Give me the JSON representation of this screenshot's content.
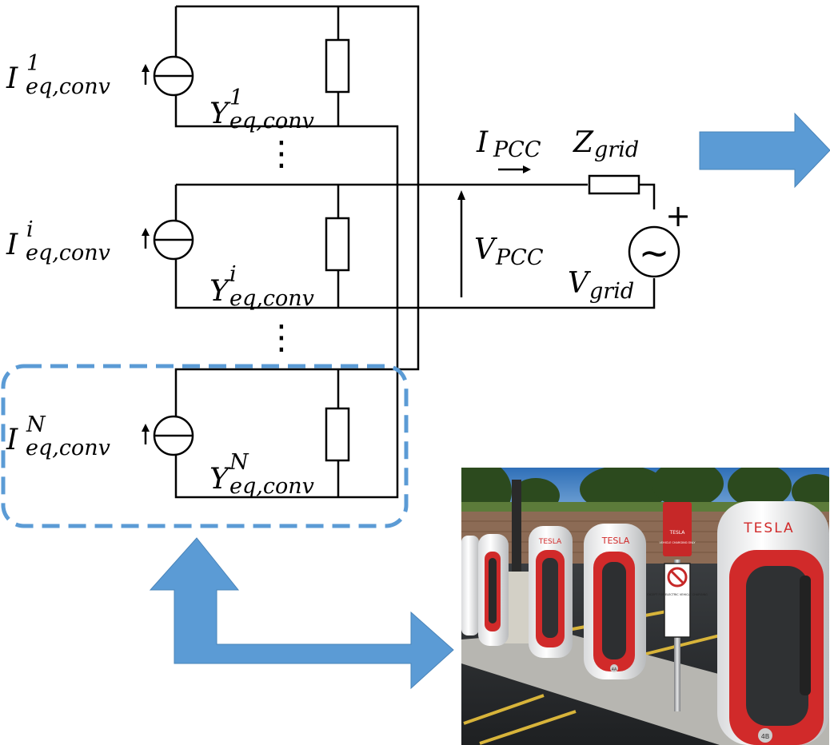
{
  "circuit": {
    "branches": [
      {
        "i_main": "I",
        "i_sup": "1",
        "i_sub": "eq,conv",
        "y_main": "Y",
        "y_sup": "1",
        "y_sub": "eq,conv"
      },
      {
        "i_main": "I",
        "i_sup": "i",
        "i_sub": "eq,conv",
        "y_main": "Y",
        "y_sup": "i",
        "y_sub": "eq,conv"
      },
      {
        "i_main": "I",
        "i_sup": "N",
        "i_sub": "eq,conv",
        "y_main": "Y",
        "y_sup": "N",
        "y_sub": "eq,conv"
      }
    ],
    "ipcc": {
      "main": "I",
      "sub": "PCC"
    },
    "vpcc": {
      "main": "V",
      "sub": "PCC"
    },
    "zgrid": {
      "main": "Z",
      "sub": "grid"
    },
    "vgrid": {
      "main": "V",
      "sub": "grid"
    },
    "vdots": "⋮",
    "plus": "+",
    "tilde": "~"
  },
  "photo": {
    "brand_text": "TESLA",
    "sign_brand": "TESLA",
    "sign_text": "VEHICLE CHARGING ONLY",
    "no_parking_text": "EXCEPT FOR ELECTRIC VEHICLE CHARGING",
    "stall_numbers": [
      "4A",
      "4B"
    ]
  },
  "colors": {
    "accent_blue": "#5b9bd5",
    "tesla_red": "#d12a2a"
  }
}
